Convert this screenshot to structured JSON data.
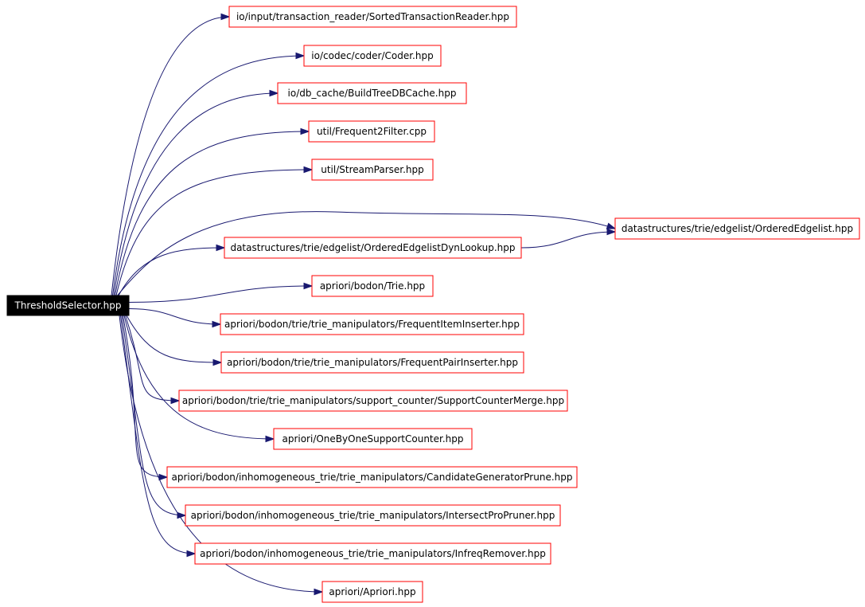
{
  "diagram": {
    "colors": {
      "edge": "#191970",
      "node_border": "#ff0000",
      "root_fill": "#000000",
      "root_text": "#ffffff",
      "node_text": "#000000"
    },
    "root": "ThresholdSelector.hpp",
    "nodes": [
      "io/input/transaction_reader/SortedTransactionReader.hpp",
      "io/codec/coder/Coder.hpp",
      "io/db_cache/BuildTreeDBCache.hpp",
      "util/Frequent2Filter.cpp",
      "util/StreamParser.hpp",
      "datastructures/trie/edgelist/OrderedEdgelist.hpp",
      "datastructures/trie/edgelist/OrderedEdgelistDynLookup.hpp",
      "apriori/bodon/Trie.hpp",
      "apriori/bodon/trie/trie_manipulators/FrequentItemInserter.hpp",
      "apriori/bodon/trie/trie_manipulators/FrequentPairInserter.hpp",
      "apriori/bodon/trie/trie_manipulators/support_counter/SupportCounterMerge.hpp",
      "apriori/OneByOneSupportCounter.hpp",
      "apriori/bodon/inhomogeneous_trie/trie_manipulators/CandidateGeneratorPrune.hpp",
      "apriori/bodon/inhomogeneous_trie/trie_manipulators/IntersectProPruner.hpp",
      "apriori/bodon/inhomogeneous_trie/trie_manipulators/InfreqRemover.hpp",
      "apriori/Apriori.hpp"
    ],
    "edges": [
      [
        "ThresholdSelector.hpp",
        "io/input/transaction_reader/SortedTransactionReader.hpp"
      ],
      [
        "ThresholdSelector.hpp",
        "io/codec/coder/Coder.hpp"
      ],
      [
        "ThresholdSelector.hpp",
        "io/db_cache/BuildTreeDBCache.hpp"
      ],
      [
        "ThresholdSelector.hpp",
        "util/Frequent2Filter.cpp"
      ],
      [
        "ThresholdSelector.hpp",
        "util/StreamParser.hpp"
      ],
      [
        "ThresholdSelector.hpp",
        "datastructures/trie/edgelist/OrderedEdgelist.hpp"
      ],
      [
        "ThresholdSelector.hpp",
        "datastructures/trie/edgelist/OrderedEdgelistDynLookup.hpp"
      ],
      [
        "datastructures/trie/edgelist/OrderedEdgelistDynLookup.hpp",
        "datastructures/trie/edgelist/OrderedEdgelist.hpp"
      ],
      [
        "ThresholdSelector.hpp",
        "apriori/bodon/Trie.hpp"
      ],
      [
        "ThresholdSelector.hpp",
        "apriori/bodon/trie/trie_manipulators/FrequentItemInserter.hpp"
      ],
      [
        "ThresholdSelector.hpp",
        "apriori/bodon/trie/trie_manipulators/FrequentPairInserter.hpp"
      ],
      [
        "ThresholdSelector.hpp",
        "apriori/bodon/trie/trie_manipulators/support_counter/SupportCounterMerge.hpp"
      ],
      [
        "ThresholdSelector.hpp",
        "apriori/OneByOneSupportCounter.hpp"
      ],
      [
        "ThresholdSelector.hpp",
        "apriori/bodon/inhomogeneous_trie/trie_manipulators/CandidateGeneratorPrune.hpp"
      ],
      [
        "ThresholdSelector.hpp",
        "apriori/bodon/inhomogeneous_trie/trie_manipulators/IntersectProPruner.hpp"
      ],
      [
        "ThresholdSelector.hpp",
        "apriori/bodon/inhomogeneous_trie/trie_manipulators/InfreqRemover.hpp"
      ],
      [
        "ThresholdSelector.hpp",
        "apriori/Apriori.hpp"
      ]
    ]
  }
}
